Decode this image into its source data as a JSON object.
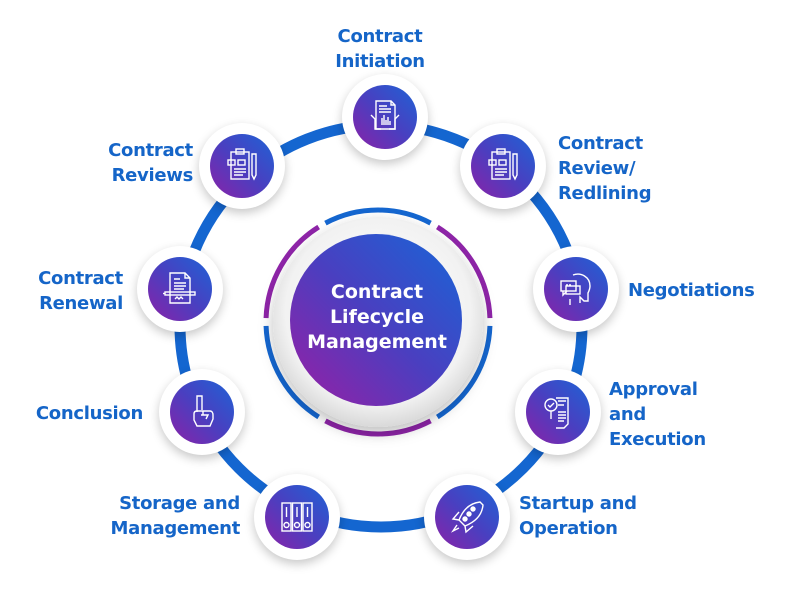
{
  "diagram": {
    "title": [
      "Contract",
      "Lifecycle",
      "Management"
    ],
    "colors": {
      "ring": "#1466d0",
      "accent_purple": "#8e24a8",
      "label": "#1565c8"
    },
    "stages": [
      {
        "label": [
          "Contract",
          "Initiation"
        ],
        "icon": "document-chart-hands-icon"
      },
      {
        "label": [
          "Contract",
          "Review/",
          "Redlining"
        ],
        "icon": "clipboard-pen-icon"
      },
      {
        "label": [
          "Negotiations"
        ],
        "icon": "head-chat-bubbles-icon"
      },
      {
        "label": [
          "Approval",
          "and",
          "Execution"
        ],
        "icon": "magnifier-check-document-icon"
      },
      {
        "label": [
          "Startup and",
          "Operation"
        ],
        "icon": "rocket-icon"
      },
      {
        "label": [
          "Storage and",
          "Management"
        ],
        "icon": "binders-icon"
      },
      {
        "label": [
          "Conclusion"
        ],
        "icon": "raised-finger-hand-icon"
      },
      {
        "label": [
          "Contract",
          "Renewal"
        ],
        "icon": "signed-document-icon"
      },
      {
        "label": [
          "Contract",
          "Reviews"
        ],
        "icon": "clipboard-pen-icon"
      }
    ]
  }
}
